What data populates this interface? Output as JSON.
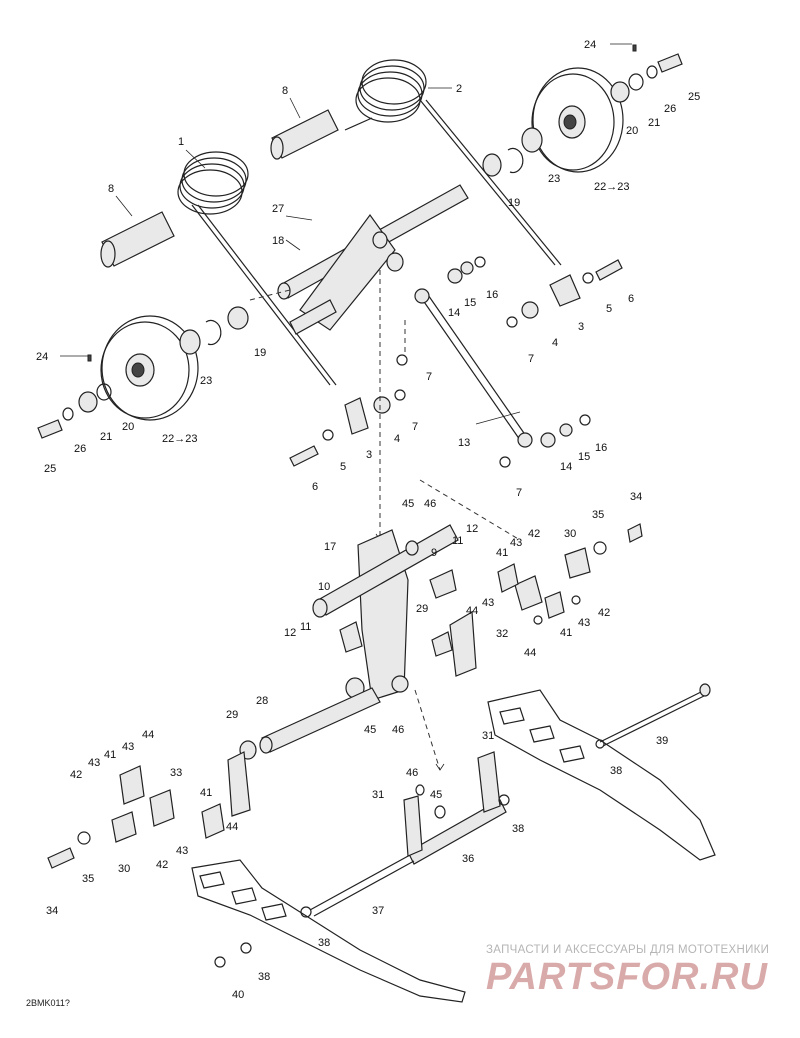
{
  "diagram": {
    "code": "2BMK011?",
    "labels": [
      "1",
      "2",
      "3",
      "4",
      "5",
      "6",
      "7",
      "8",
      "9",
      "10",
      "11",
      "12",
      "13",
      "14",
      "15",
      "16",
      "17",
      "18",
      "19",
      "20",
      "21",
      "22→23",
      "23",
      "24",
      "25",
      "26",
      "27",
      "28",
      "29",
      "30",
      "31",
      "32",
      "33",
      "34",
      "35",
      "36",
      "37",
      "38",
      "39",
      "40",
      "41",
      "42",
      "43",
      "44",
      "45",
      "46"
    ]
  },
  "watermark": {
    "caption": "ЗАПЧАСТИ И АКСЕССУАРЫ ДЛЯ МОТОТЕХНИКИ",
    "logo": "PARTSFOR.RU"
  }
}
